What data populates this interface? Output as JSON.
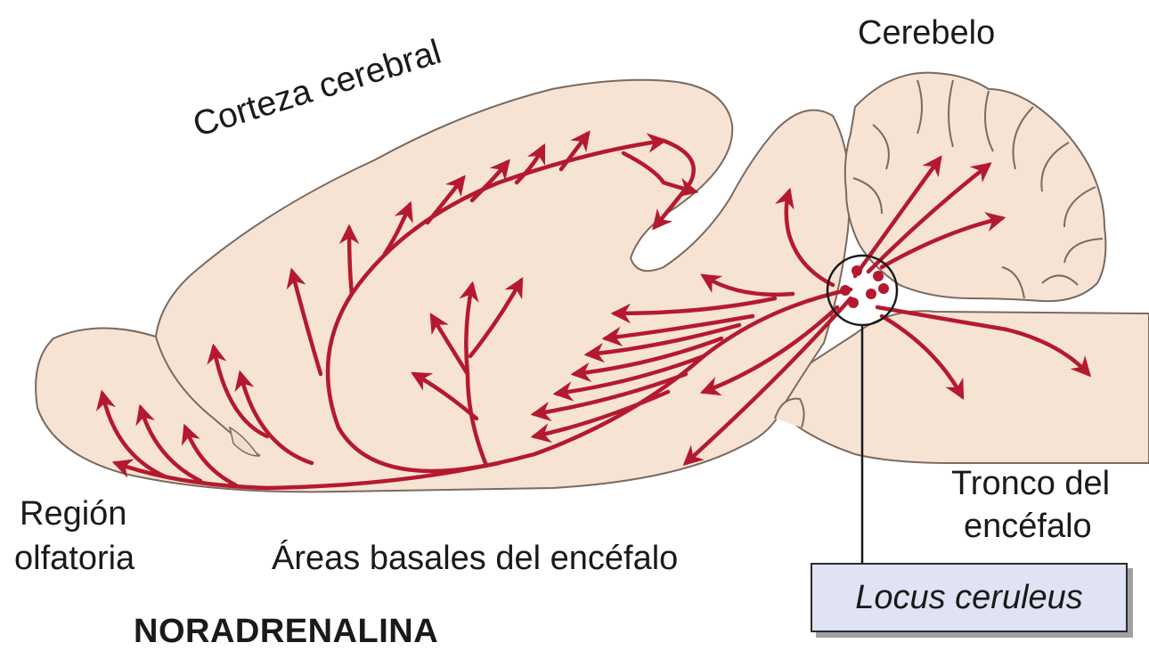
{
  "title": "NORADRENALINA",
  "labels": {
    "cerebelo": "Cerebelo",
    "corteza": "Corteza cerebral",
    "region": "Región",
    "olfatoria": "olfatoria",
    "areas": "Áreas basales del encéfalo",
    "tronco": "Tronco del",
    "encefalo": "encéfalo",
    "locus": "Locus ceruleus"
  },
  "colors": {
    "brain_fill": "#f6e3d4",
    "outline": "#7a6a60",
    "pathway": "#b5192f",
    "box_fill": "#dfe3f3",
    "text": "#1a1a1a"
  }
}
